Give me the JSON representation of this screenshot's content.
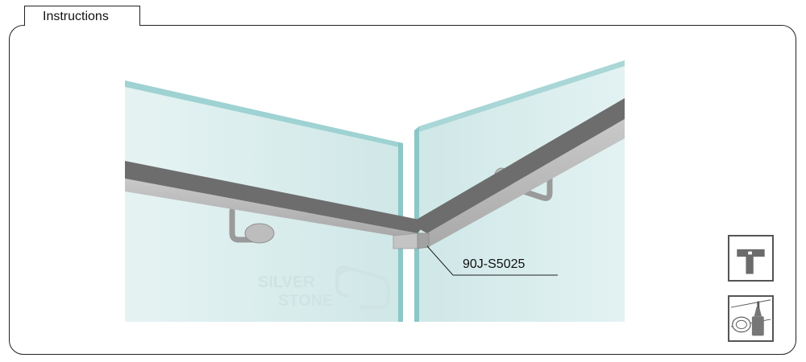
{
  "header": {
    "tab_label": "Instructions"
  },
  "diagram": {
    "part_label": "90J-S5025",
    "watermark": {
      "line1": "SILVER",
      "line2": "STONE"
    }
  },
  "toolbox": [
    {
      "icon": "hex-key-icon"
    },
    {
      "icon": "glue-tube-icon"
    }
  ],
  "colors": {
    "glass": "#d7ecec",
    "glass_edge": "#8cc7c7",
    "rail_top": "#6e6e6e",
    "rail_side": "#b9b9b9",
    "frame": "#222222"
  }
}
